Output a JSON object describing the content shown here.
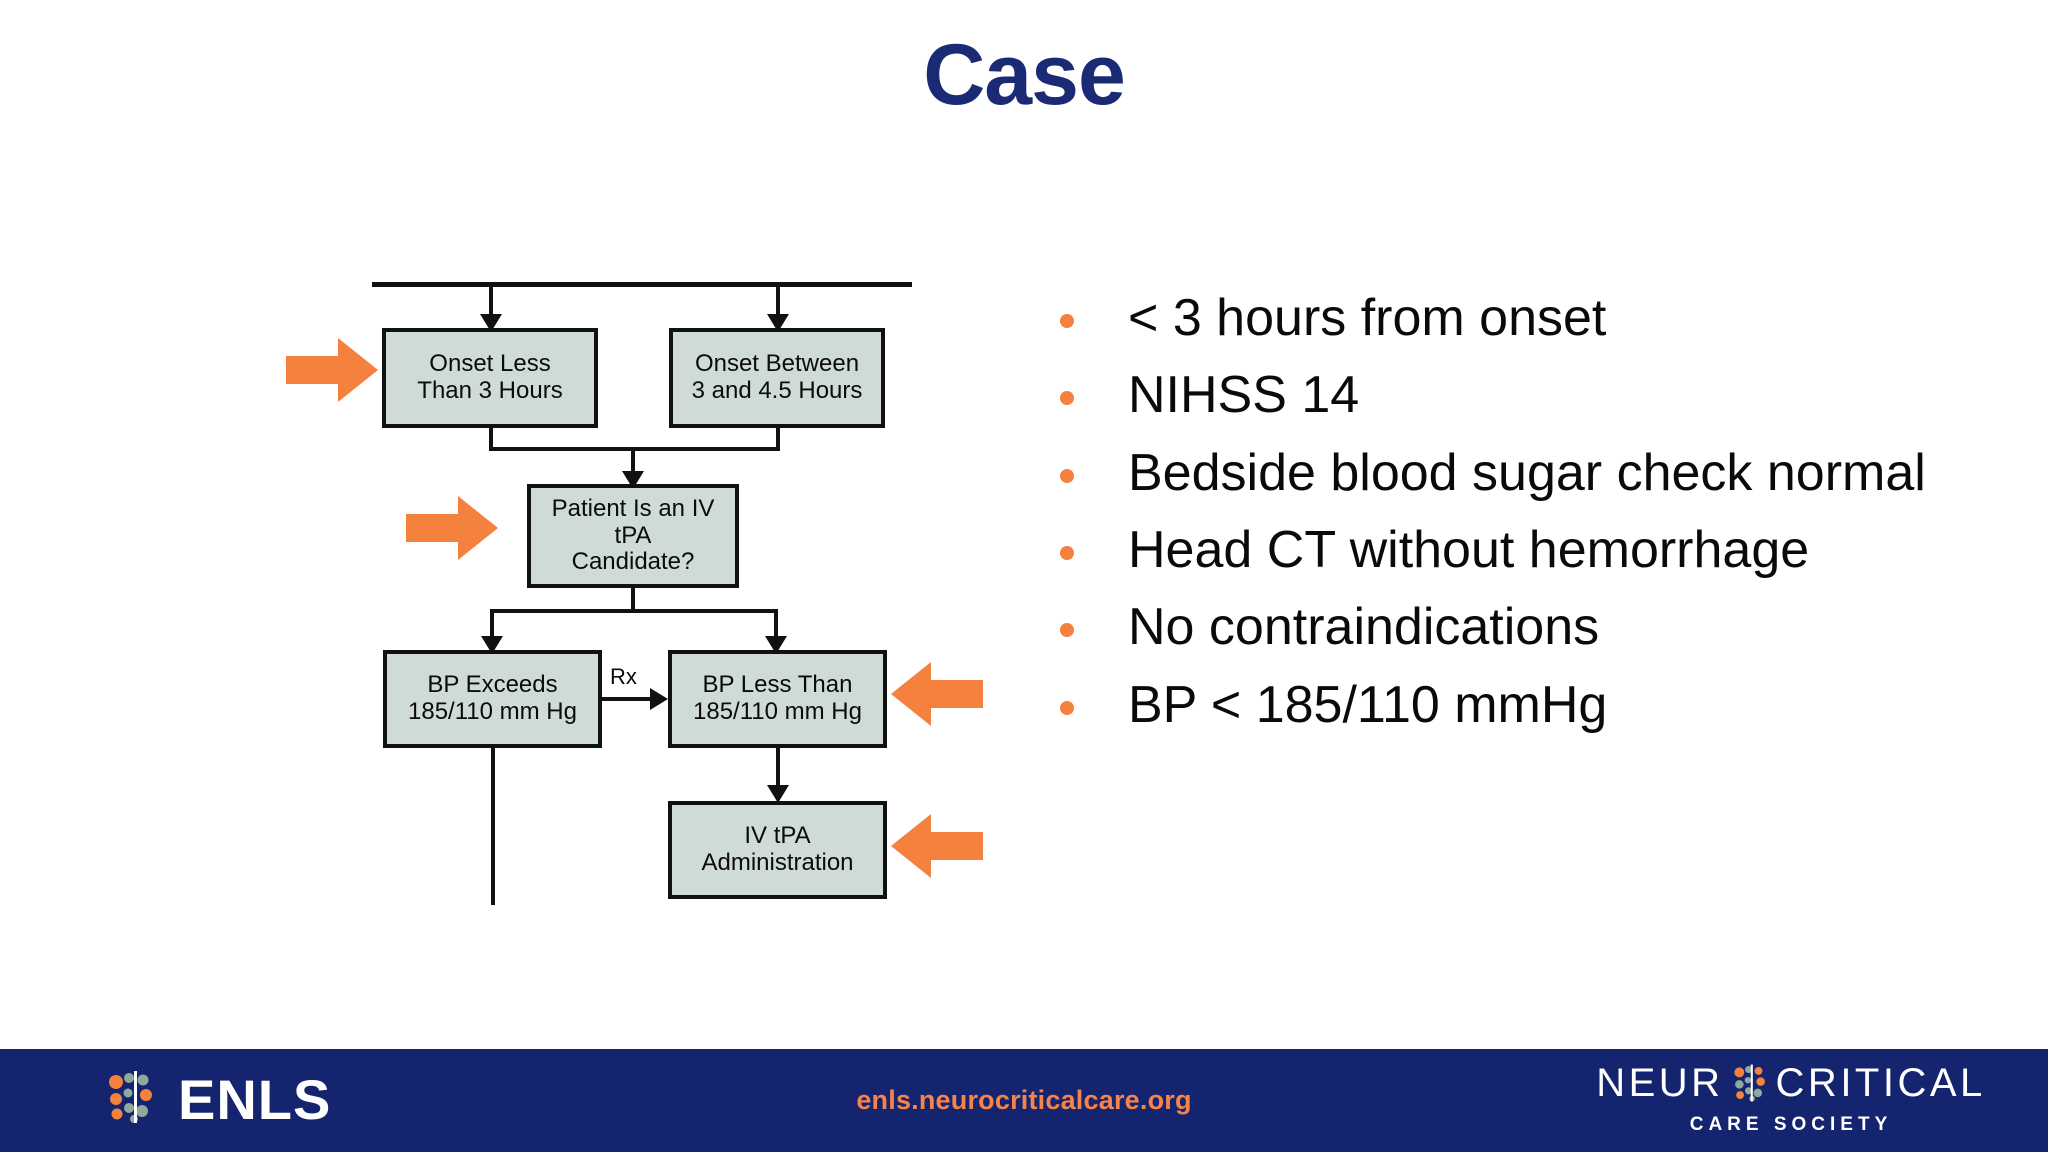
{
  "slide": {
    "title": "Case",
    "title_color": "#1b2a75",
    "background": "#ffffff"
  },
  "flowchart": {
    "box_fill": "#cedcd5",
    "box_border": "#111111",
    "pointer_color": "#f5813f",
    "edge_label": "Rx",
    "boxes": [
      {
        "id": "onset-less-than-3-hours",
        "label": "Onset Less\nThan 3 Hours"
      },
      {
        "id": "onset-between-3-and-4-5-hours",
        "label": "Onset Between\n3 and 4.5 Hours"
      },
      {
        "id": "patient-is-an-iv-tpa-candidate",
        "label": "Patient Is an IV\ntPA\nCandidate?"
      },
      {
        "id": "bp-exceeds-185-110",
        "label": "BP Exceeds\n185/110 mm Hg"
      },
      {
        "id": "bp-less-than-185-110",
        "label": "BP Less Than\n185/110 mm Hg"
      },
      {
        "id": "iv-tpa-administration",
        "label": "IV tPA\nAdministration"
      }
    ]
  },
  "bullets": {
    "dot_color": "#f5813f",
    "items": [
      "< 3 hours from onset",
      "NIHSS 14",
      "Bedside blood sugar check normal",
      "Head CT without hemorrhage",
      "No contraindications",
      "BP < 185/110 mmHg"
    ]
  },
  "footer": {
    "background": "#15246e",
    "url": "enls.neurocriticalcare.org",
    "url_color": "#f5834a",
    "enls_wordmark": "ENLS",
    "ncs_word_left": "NEUR",
    "ncs_word_right": "CRITICAL",
    "ncs_tagline": "CARE SOCIETY"
  }
}
